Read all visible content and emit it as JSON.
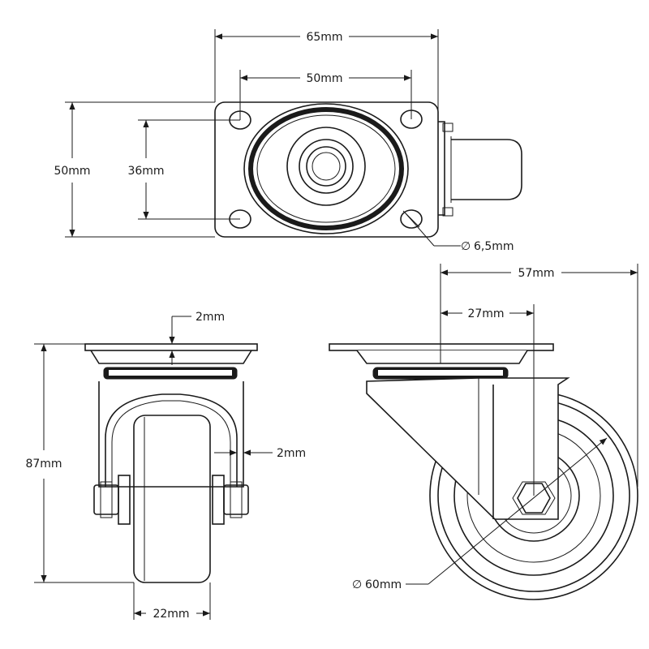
{
  "top_view": {
    "width_overall": "65mm",
    "hole_spacing_x": "50mm",
    "height_overall": "50mm",
    "hole_spacing_y": "36mm",
    "hole_diameter": "6,5mm"
  },
  "front_view": {
    "plate_thickness": "2mm",
    "total_height": "87mm",
    "fork_thickness": "2mm",
    "wheel_width": "22mm"
  },
  "side_view": {
    "overall_width": "57mm",
    "offset": "27mm",
    "wheel_diameter": "60mm"
  },
  "diameter_symbol": "∅",
  "colors": {
    "line": "#1a1a1a",
    "background": "#ffffff"
  }
}
